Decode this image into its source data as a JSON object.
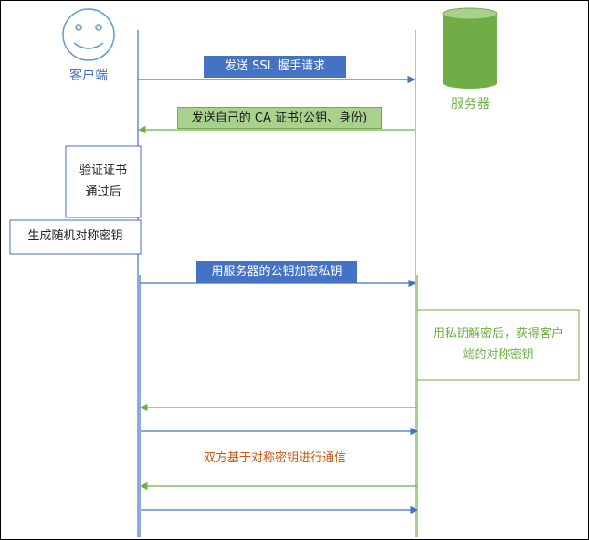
{
  "client": {
    "label": "客户端",
    "icon": "smiley-face-icon"
  },
  "server": {
    "label": "服务器",
    "icon": "database-cylinder-icon"
  },
  "messages": {
    "ssl_request": "发送 SSL 握手请求",
    "send_cert": "发送自己的 CA 证书(公钥、身份)",
    "verify_cert": [
      "验证证书",
      "通过后"
    ],
    "gen_key": "生成随机对称密钥",
    "encrypt_key": "用服务器的公钥加密私钥",
    "decrypt_key": [
      "用私钥解密后，获得客户",
      "端的对称密钥"
    ],
    "communicate": "双方基于对称密钥进行通信"
  },
  "colors": {
    "blue": "#4472C4",
    "green": "#70AD47",
    "green_light_fill": "#A9D18E",
    "orange": "#C55A11",
    "server_fill": "#70AD47",
    "server_top": "#8FC470"
  }
}
